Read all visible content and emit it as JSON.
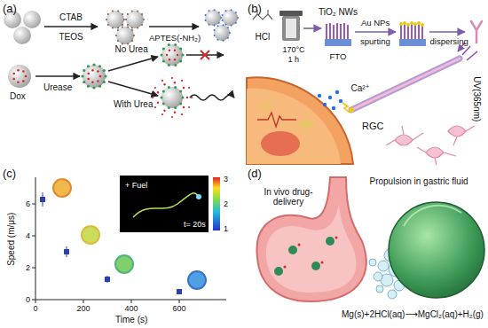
{
  "diagram": {
    "labels": [
      "(a)",
      "CTAB",
      "TEOS",
      "APTES(-NH₂)",
      "Urease",
      "No Urea",
      "With Urea",
      "Dox",
      "(b)",
      "HCl",
      "170°C",
      "1 h",
      "FTO",
      "TiO₂ NWs",
      "Au NPs",
      "spurting",
      "dispersing",
      "Ca²⁺",
      "UV(365nm)",
      "RGC",
      "(c)",
      "Speed (m/μs)",
      "Time (s)",
      "0",
      "2",
      "4",
      "6",
      "0",
      "200",
      "400",
      "600",
      "+ Fuel",
      "t= 20s",
      "3",
      "2",
      "1",
      "(d)",
      "In vivo drug-delivery",
      "Propulsion in gastric fluid",
      "Mg(s)+2HCl(aq)⟶MgCl₂(aq)+H₂(g)"
    ]
  }
}
